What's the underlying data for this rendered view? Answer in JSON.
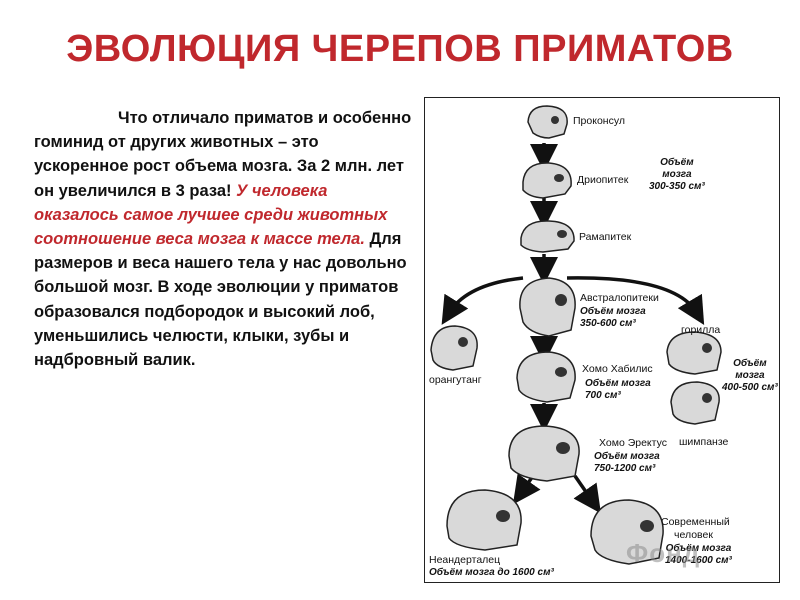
{
  "page": {
    "title": "ЭВОЛЮЦИЯ ЧЕРЕПОВ ПРИМАТОВ",
    "paragraph": {
      "part1": "Что отличало приматов и особенно гоминид от других животных – это ускоренное рост объема мозга. За 2 млн. лет он увеличился в 3 раза! ",
      "highlight": "У человека оказалось самое лучшее среди животных соотношение веса мозга к массе тела.",
      "part2": " Для размеров и веса нашего тела у нас довольно большой мозг. В ходе эволюции у приматов образовался подбородок и высокий лоб, уменьшились челюсти, клыки, зубы и надбровный валик."
    }
  },
  "diagram": {
    "labels": {
      "proconsul": "Проконсул",
      "dryopithecus": "Дриопитек",
      "ramapithecus": "Рамапитек",
      "australopithecus": "Австралопитеки",
      "homo_habilis": "Хомо Хабилис",
      "homo_erectus": "Хомо Эректус",
      "modern_human_1": "Современный",
      "modern_human_2": "человек",
      "neanderthal": "Неандерталец",
      "orangutan": "орангутанг",
      "gorilla": "горилла",
      "chimpanzee": "шимпанзе"
    },
    "volumes": {
      "dryopithecus": "Объём\nмозга\n300-350 см³",
      "australopithecus": "Объём мозга\n350-600 см³",
      "homo_habilis": "Объём мозга\n700 см³",
      "apes": "Объём\nмозга\n400-500 см³",
      "homo_erectus": "Объём мозга\n750-1200 см³",
      "modern_human": "Объём мозга\n1400-1600 см³",
      "neanderthal": "Объём мозга до 1600 см³"
    },
    "watermark": "Фонд"
  }
}
